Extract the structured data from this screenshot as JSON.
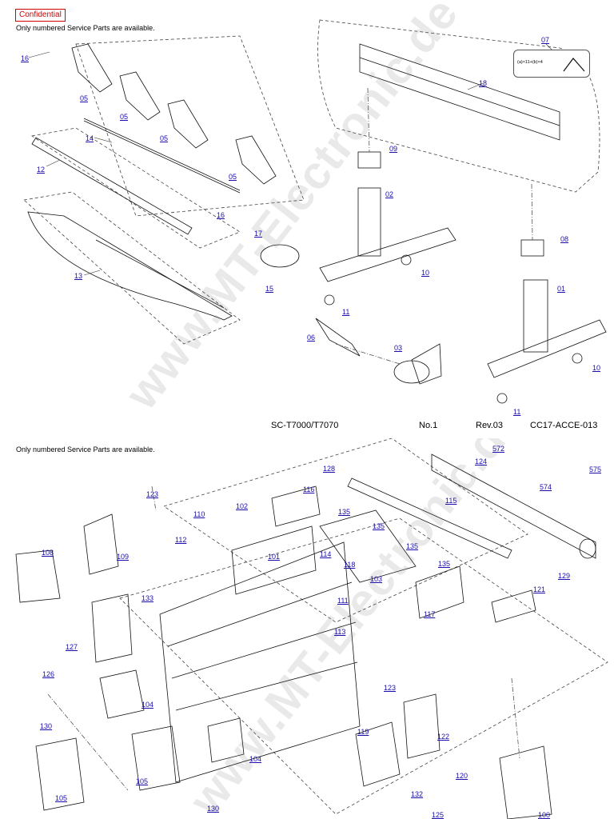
{
  "sheet1": {
    "confidential_badge": "Confidential",
    "availability_note": "Only numbered Service Parts are available.",
    "footer": {
      "model": "SC-T7000/T7070",
      "page_number": "No.1",
      "revision": "Rev.03",
      "doc_code": "CC17-ACCE-013"
    },
    "watermark": "www.MT-Electronic.de",
    "legend_formula": "(a)×11+(b)×4",
    "part_labels": [
      "16",
      "05",
      "05",
      "05",
      "05",
      "14",
      "12",
      "16",
      "13",
      "17",
      "15",
      "09",
      "02",
      "10",
      "11",
      "06",
      "03",
      "07",
      "18",
      "08",
      "01",
      "10",
      "11"
    ]
  },
  "sheet2": {
    "availability_note": "Only numbered Service Parts are available.",
    "watermark": "www.MT-Electronic.de",
    "part_labels": [
      "128",
      "572",
      "124",
      "575",
      "574",
      "123",
      "116",
      "110",
      "102",
      "115",
      "135",
      "135",
      "135",
      "135",
      "112",
      "101",
      "114",
      "118",
      "108",
      "109",
      "103",
      "111",
      "129",
      "121",
      "133",
      "117",
      "113",
      "127",
      "126",
      "123",
      "104",
      "122",
      "130",
      "119",
      "120",
      "104",
      "105",
      "105",
      "130",
      "132",
      "125",
      "100"
    ]
  }
}
